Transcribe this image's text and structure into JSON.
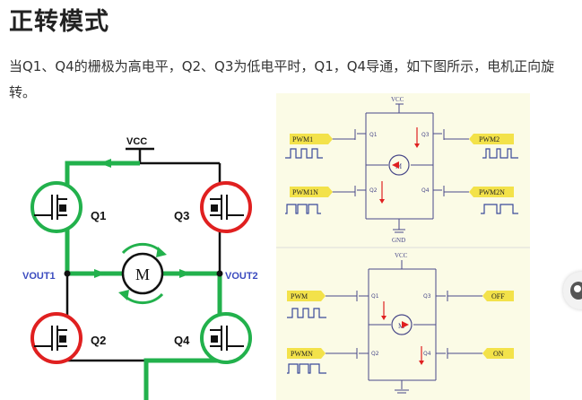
{
  "article": {
    "heading": "正转模式",
    "paragraph": "当Q1、Q4的栅极为高电平，Q2、Q3为低电平时，Q1，Q4导通，如下图所示，电机正向旋转。"
  },
  "figure_left": {
    "vcc": "VCC",
    "q1": "Q1",
    "q2": "Q2",
    "q3": "Q3",
    "q4": "Q4",
    "vout1": "VOUT1",
    "vout2": "VOUT2",
    "motor": "M",
    "colors": {
      "active": "#22b14c",
      "off": "#e02020",
      "wire": "#111111",
      "vout": "#3b4bbf"
    }
  },
  "figure_right": {
    "top": {
      "vcc": "VCC",
      "gnd": "GND",
      "pwm1": "PWM1",
      "pwm2": "PWM2",
      "pwm1n": "PWM1N",
      "pwm2n": "PWM2N",
      "q1": "Q1",
      "q2": "Q2",
      "q3": "Q3",
      "q4": "Q4",
      "motor": "M"
    },
    "bottom": {
      "vcc": "VCC",
      "pwm": "PWM",
      "pwmn": "PWMN",
      "off": "OFF",
      "on": "ON",
      "q1": "Q1",
      "q2": "Q2",
      "q3": "Q3",
      "q4": "Q4",
      "motor": "M"
    },
    "colors": {
      "bg": "#fbfbe6",
      "label": "#f3e24a",
      "wire": "#4a4a8a",
      "arrow": "#e02020"
    }
  },
  "sidebar": {
    "assistant_icon": "assistant-avatar-icon"
  }
}
